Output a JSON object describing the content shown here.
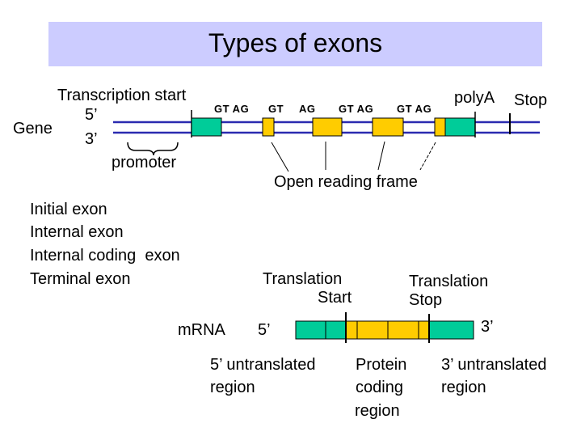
{
  "title": "Types of exons",
  "gene": {
    "label": "Gene",
    "five_prime": "5’",
    "three_prime": "3’",
    "transcription_start": "Transcription start",
    "promoter": "promoter",
    "polyA": "polyA",
    "stop": "Stop",
    "splice_sites": [
      "GT AG",
      "GT",
      "AG",
      "GT AG",
      "GT AG"
    ],
    "orf_label": "Open reading frame"
  },
  "exon_types": [
    "Initial exon",
    "Internal exon",
    "Internal coding  exon",
    "Terminal exon"
  ],
  "mrna": {
    "label": "mRNA",
    "five_prime": "5’",
    "three_prime": "3’",
    "translation_start": [
      "Translation",
      "Start"
    ],
    "translation_stop": [
      "Translation",
      "Stop"
    ],
    "utr5": [
      "5’ untranslated",
      "region"
    ],
    "cds": [
      "Protein",
      "coding",
      "region"
    ],
    "utr3": [
      "3’ untranslated",
      "region"
    ]
  },
  "colors": {
    "title_bg": "#ccccff",
    "strand": "#2b2bb0",
    "exon_utr": "#00cc99",
    "exon_coding": "#ffcc00"
  }
}
